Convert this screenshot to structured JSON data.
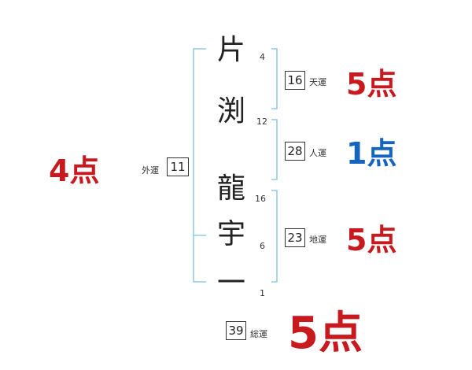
{
  "colors": {
    "bracket": "#8ecae6",
    "red": "#c8191f",
    "blue": "#1565c0",
    "text": "#222222"
  },
  "name": {
    "characters": [
      {
        "char": "片",
        "strokes": "4"
      },
      {
        "char": "渕",
        "strokes": "12"
      },
      {
        "char": "龍",
        "strokes": "16"
      },
      {
        "char": "宇",
        "strokes": "6"
      },
      {
        "char": "一",
        "strokes": "1"
      }
    ]
  },
  "fortunes": {
    "tenun": {
      "value": "16",
      "label": "天運",
      "score": "5点"
    },
    "jinun": {
      "value": "28",
      "label": "人運",
      "score": "1点"
    },
    "chiun": {
      "value": "23",
      "label": "地運",
      "score": "5点"
    },
    "gaiun": {
      "value": "11",
      "label": "外運",
      "score": "4点"
    },
    "souun": {
      "value": "39",
      "label": "総運",
      "score": "5点"
    }
  }
}
